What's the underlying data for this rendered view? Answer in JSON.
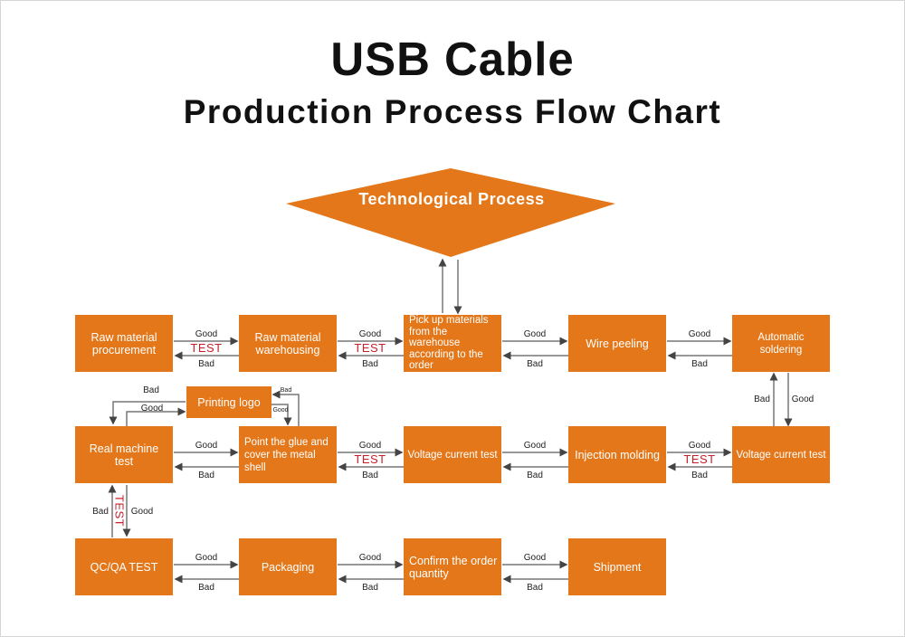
{
  "title": {
    "main": "USB Cable",
    "sub": "Production Process Flow Chart"
  },
  "diamond": {
    "label": "Technological Process"
  },
  "colors": {
    "box": "#e37719",
    "test": "#c8202a",
    "arrow": "#666666"
  },
  "labels": {
    "good": "Good",
    "bad": "Bad",
    "test": "TEST"
  },
  "steps": {
    "raw_procurement": "Raw material procurement",
    "raw_warehousing": "Raw material warehousing",
    "pick_up": "Pick up materials from the warehouse according to the order",
    "wire_peeling": "Wire peeling",
    "auto_soldering": "Automatic soldering",
    "voltage_test_right": "Voltage current test",
    "injection_molding": "Injection molding",
    "voltage_test_mid": "Voltage current test",
    "glue_shell": "Point the glue and cover the metal shell",
    "printing_logo": "Printing logo",
    "real_machine_test": "Real machine test",
    "qc_qa_test": "QC/QA TEST",
    "packaging": "Packaging",
    "confirm_quantity": "Confirm the order quantity",
    "shipment": "Shipment"
  }
}
